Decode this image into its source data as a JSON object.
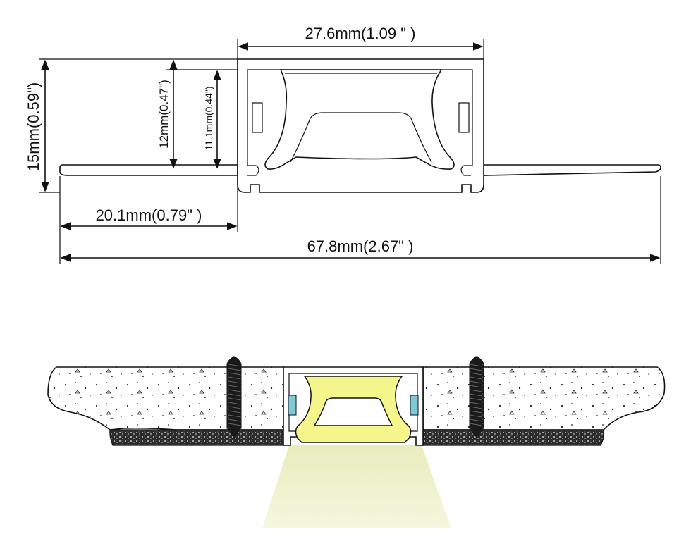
{
  "top_diagram": {
    "dim_top_width": "27.6mm(1.09 \" )",
    "dim_total_height": "15mm(0.59\")",
    "dim_inner_height": "12mm(0.47\")",
    "dim_diffuser_height": "11.1mm(0.44\")",
    "dim_flange_width": "20.1mm(0.79\" )",
    "dim_total_width": "67.8mm(2.67\" )"
  },
  "colors": {
    "diffuser_glow": "#f4f58a",
    "light_beam": "#eef0c8",
    "clip_blue": "#7ec8d8",
    "line": "#111111"
  }
}
